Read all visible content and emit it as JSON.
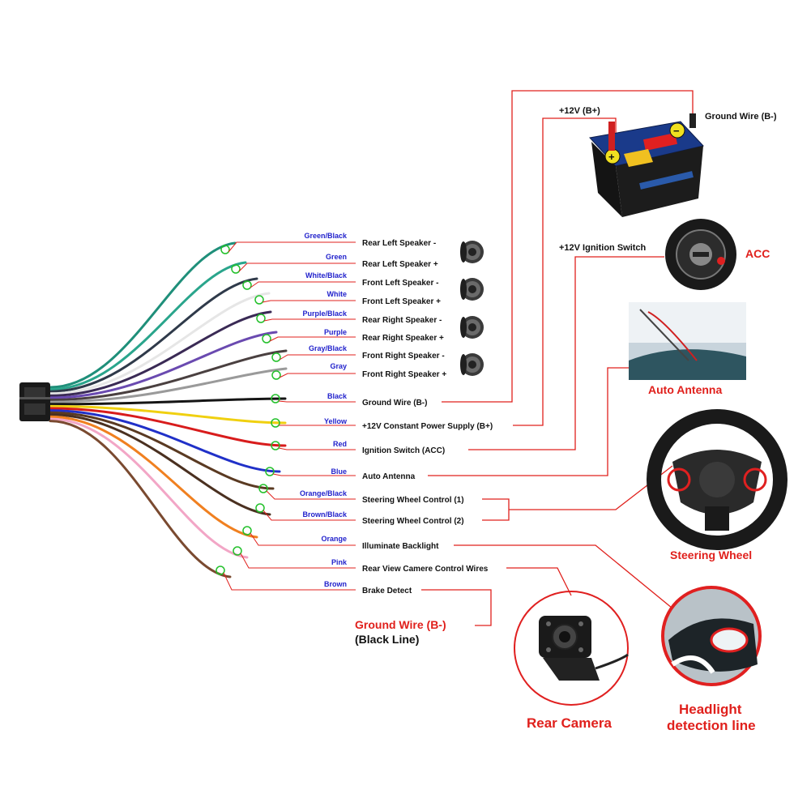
{
  "wires": [
    {
      "label": "Green/Black",
      "function": "Rear Left Speaker -",
      "color": "#1f8f7a"
    },
    {
      "label": "Green",
      "function": "Rear Left Speaker +",
      "color": "#2aa58c"
    },
    {
      "label": "White/Black",
      "function": "Front Left Speaker -",
      "color": "#2f3a4a"
    },
    {
      "label": "White",
      "function": "Front Left Speaker +",
      "color": "#e6e6e6"
    },
    {
      "label": "Purple/Black",
      "function": "Rear Right Speaker -",
      "color": "#3a2a55"
    },
    {
      "label": "Purple",
      "function": "Rear Right Speaker +",
      "color": "#6a4ab0"
    },
    {
      "label": "Gray/Black",
      "function": "Front Right Speaker -",
      "color": "#4a4040"
    },
    {
      "label": "Gray",
      "function": "Front Right Speaker +",
      "color": "#9a9a9a"
    },
    {
      "label": "Black",
      "function": "Ground Wire (B-)",
      "color": "#151515"
    },
    {
      "label": "Yellow",
      "function": "+12V Constant Power Supply (B+)",
      "color": "#f0d010"
    },
    {
      "label": "Red",
      "function": "Ignition Switch (ACC)",
      "color": "#d81c1c"
    },
    {
      "label": "Blue",
      "function": "Auto Antenna",
      "color": "#2030c8"
    },
    {
      "label": "Orange/Black",
      "function": "Steering Wheel Control (1)",
      "color": "#5a3a22"
    },
    {
      "label": "Brown/Black",
      "function": "Steering Wheel Control (2)",
      "color": "#4a3020"
    },
    {
      "label": "Orange",
      "function": "Illuminate Backlight",
      "color": "#f08020"
    },
    {
      "label": "Pink",
      "function": "Rear View Camere Control Wires",
      "color": "#f2a6c6"
    },
    {
      "label": "Brown",
      "function": "Brake Detect",
      "color": "#7a4a30"
    }
  ],
  "battery": {
    "positive_label": "+12V  (B+)",
    "ground_label": "Ground Wire (B-)"
  },
  "ignition": {
    "label": "+12V  Ignition Switch",
    "acc_label": "ACC"
  },
  "antenna": {
    "caption": "Auto Antenna"
  },
  "steering": {
    "caption": "Steering Wheel"
  },
  "ground_note": {
    "line1": "Ground Wire (B-)",
    "line2": "(Black Line)"
  },
  "rear_camera": {
    "caption": "Rear Camera"
  },
  "headlight": {
    "line1": "Headlight",
    "line2": "detection line"
  },
  "colors": {
    "leader_red": "#e0201c",
    "label_blue": "#2222cc",
    "callout_red": "#e0201c"
  }
}
